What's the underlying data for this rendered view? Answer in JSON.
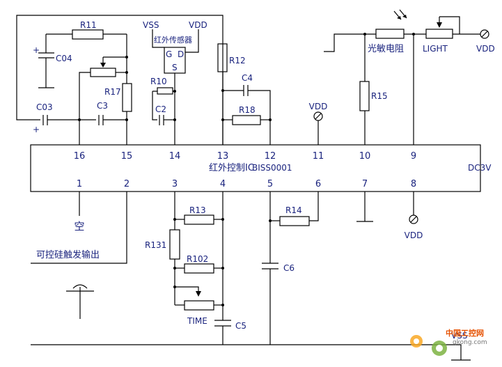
{
  "labels": {
    "r11": "R11",
    "c04": "C04",
    "r17": "R17",
    "c03": "C03",
    "c3": "C3",
    "vss_top": "VSS",
    "vdd_top": "VDD",
    "sensor": "红外传感器",
    "g": "G",
    "d": "D",
    "s": "S",
    "r10": "R10",
    "c2": "C2",
    "r12": "R12",
    "c4": "C4",
    "r18": "R18",
    "vdd_11": "VDD",
    "r15": "R15",
    "ldr": "光敏电阻",
    "light": "LIGHT",
    "vdd_right": "VDD",
    "ic_name": "红外控制IC",
    "ic_part": "BISS0001",
    "dc": "DC3V",
    "empty": "空",
    "scr_out": "可控硅触发输出",
    "r13": "R13",
    "r131": "R131",
    "r102": "R102",
    "time": "TIME",
    "c5": "C5",
    "r14": "R14",
    "c6": "C6",
    "vdd_8": "VDD",
    "vss_bottom": "VSS",
    "plus": "+"
  },
  "top_pins": [
    "16",
    "15",
    "14",
    "13",
    "12",
    "11",
    "10",
    "9"
  ],
  "bottom_pins": [
    "1",
    "2",
    "3",
    "4",
    "5",
    "6",
    "7",
    "8"
  ],
  "watermark": {
    "text": "中国工控网",
    "url": "gkong.com"
  }
}
